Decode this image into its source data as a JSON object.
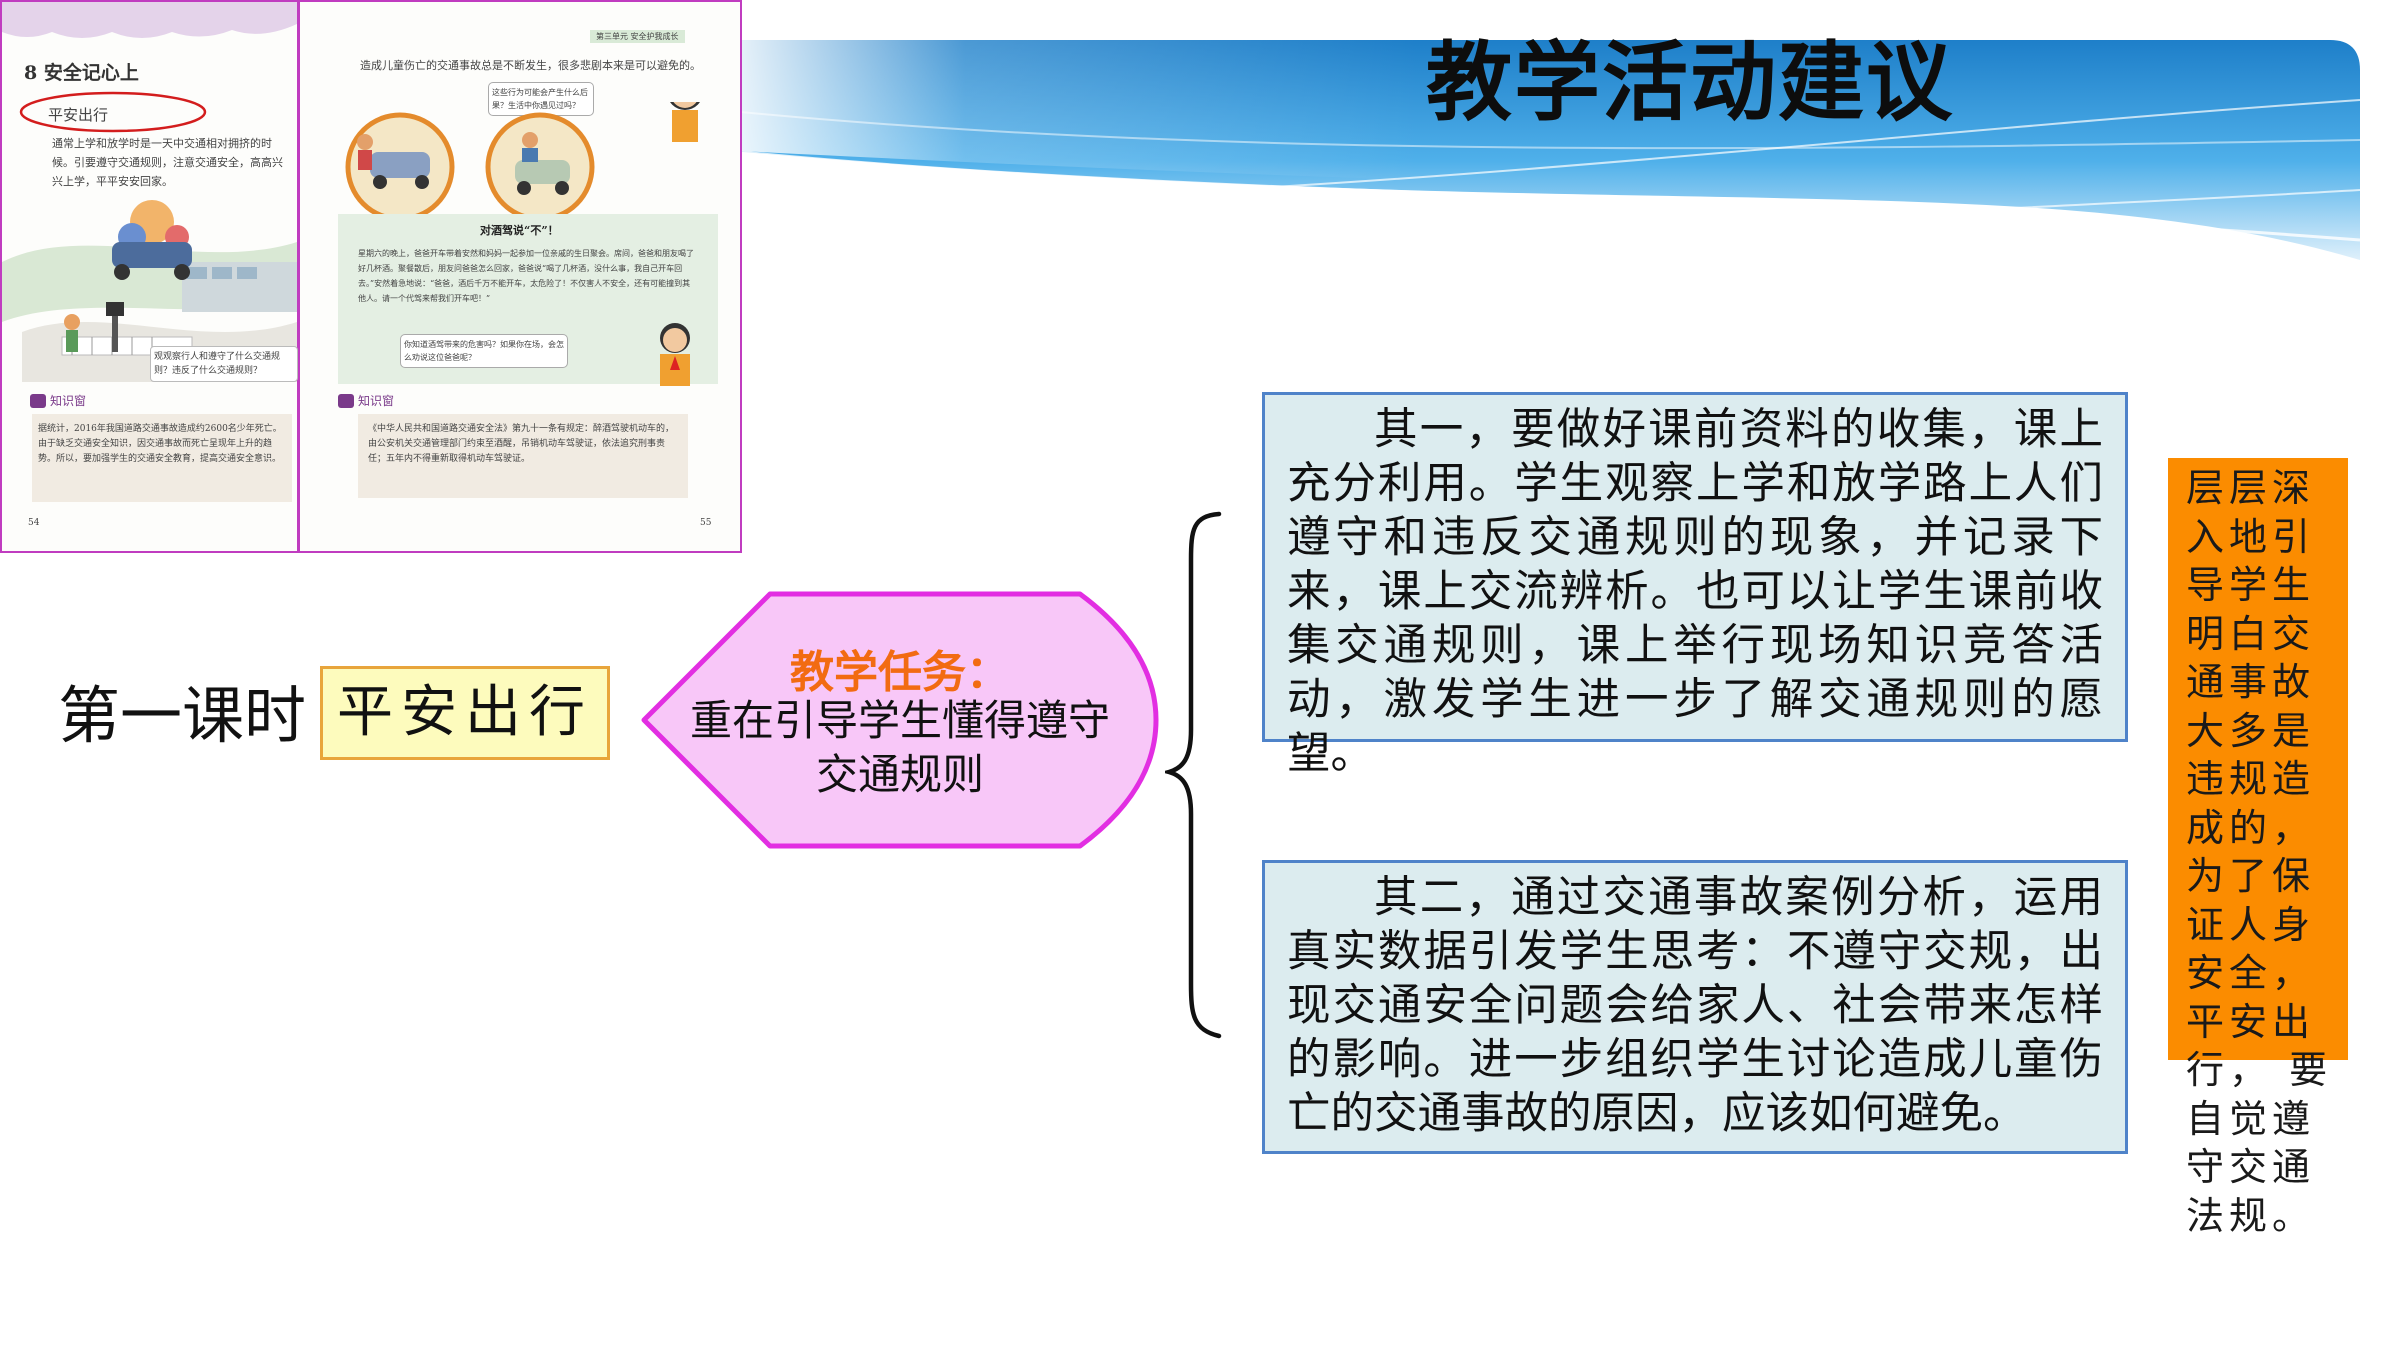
{
  "slide": {
    "title": "教学活动建议",
    "lesson_label": "第一课时",
    "lesson_name": "平安出行",
    "task_title": "教学任务：",
    "task_desc": "重在引导学生懂得遵守交通规则",
    "suggestion_1": "其一，要做好课前资料的收集，课上充分利用。学生观察上学和放学路上人们遵守和违反交通规则的现象，并记录下来，课上交流辨析。也可以让学生课前收集交通规则，课上举行现场知识竞答活动，激发学生进一步了解交通规则的愿望。",
    "suggestion_2": "其二，通过交通事故案例分析，运用真实数据引发学生思考：不遵守交规，出现交通安全问题会给家人、社会带来怎样的影响。进一步组织学生讨论造成儿童伤亡的交通事故的原因，应该如何避免。",
    "side_note": "层层深入地引导学生明白交通事故大多是违规造成的，为了保证人身安全，平安出行， 要自觉遵守交通法规。"
  },
  "textbook": {
    "left_header": "8 安全记心上",
    "left_circled": "平安出行",
    "left_para": "通常上学和放学时是一天中交通相对拥挤的时候。引要遵守交通规则，注意交通安全，高高兴兴上学，平平安安回家。",
    "left_bubble": "观观察行人和遵守了什么交通规则？违反了什么交通规则？",
    "left_knowledge_tag": "知识窗",
    "left_knowledge": "据统计，2016年我国道路交通事故造成约2600名少年死亡。由于缺乏交通安全知识，因交通事故而死亡呈现年上升的趋势。所以，要加强学生的交通安全教育，提高交通安全意识。",
    "left_page_no": "54",
    "right_header": "第三单元  安全护我成长",
    "right_para": "造成儿童伤亡的交通事故总是不断发生，很多悲剧本来是可以避免的。",
    "right_bubble_1": "这些行为可能会产生什么后果？生活中你遇见过吗？",
    "right_story_title": "对酒驾说“不”！",
    "right_story": "星期六的晚上，爸爸开车带着安然和妈妈一起参加一位亲戚的生日聚会。席间，爸爸和朋友喝了好几杯酒。聚餐散后，朋友问爸爸怎么回家，爸爸说“喝了几杯酒，没什么事，我自己开车回去。”安然着急地说：“爸爸，酒后千万不能开车，太危险了！不仅害人不安全，还有可能撞到其他人。请一个代驾来帮我们开车吧！”",
    "right_bubble_2": "你知道酒驾带来的危害吗？如果你在场，会怎么劝说这位爸爸呢？",
    "right_knowledge_tag": "知识窗",
    "right_knowledge": "《中华人民共和国道路交通安全法》第九十一条有规定：醉酒驾驶机动车的，由公安机关交通管理部门约束至酒醒，吊销机动车驾驶证，依法追究刑事责任；五年内不得重新取得机动车驾驶证。",
    "right_page_no": "55"
  },
  "colors": {
    "task_title": "#f26b12",
    "task_fill": "#f8c7f8",
    "task_border": "#e22ee2",
    "box_fill": "#dcecef",
    "box_border": "#4f83c9",
    "side_fill": "#fb8c00",
    "lesson_fill": "#fdfbbd",
    "lesson_border": "#e8a53b"
  }
}
